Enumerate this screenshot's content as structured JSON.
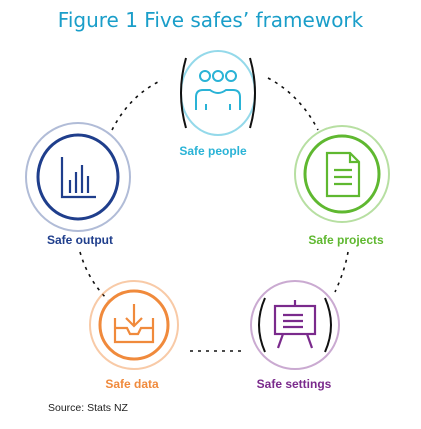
{
  "title": "Figure 1 Five safes’ framework",
  "source": "Source: Stats NZ",
  "nodes": [
    {
      "id": "people",
      "label": "Safe people",
      "color": "#2ab3d6",
      "icon": "people-icon"
    },
    {
      "id": "projects",
      "label": "Safe projects",
      "color": "#5fb830",
      "icon": "document-icon"
    },
    {
      "id": "settings",
      "label": "Safe settings",
      "color": "#7a2a8c",
      "icon": "presentation-board-icon"
    },
    {
      "id": "data",
      "label": "Safe data",
      "color": "#f08a3c",
      "icon": "download-tray-icon"
    },
    {
      "id": "output",
      "label": "Safe output",
      "color": "#1f3e8c",
      "icon": "bar-chart-icon"
    }
  ]
}
